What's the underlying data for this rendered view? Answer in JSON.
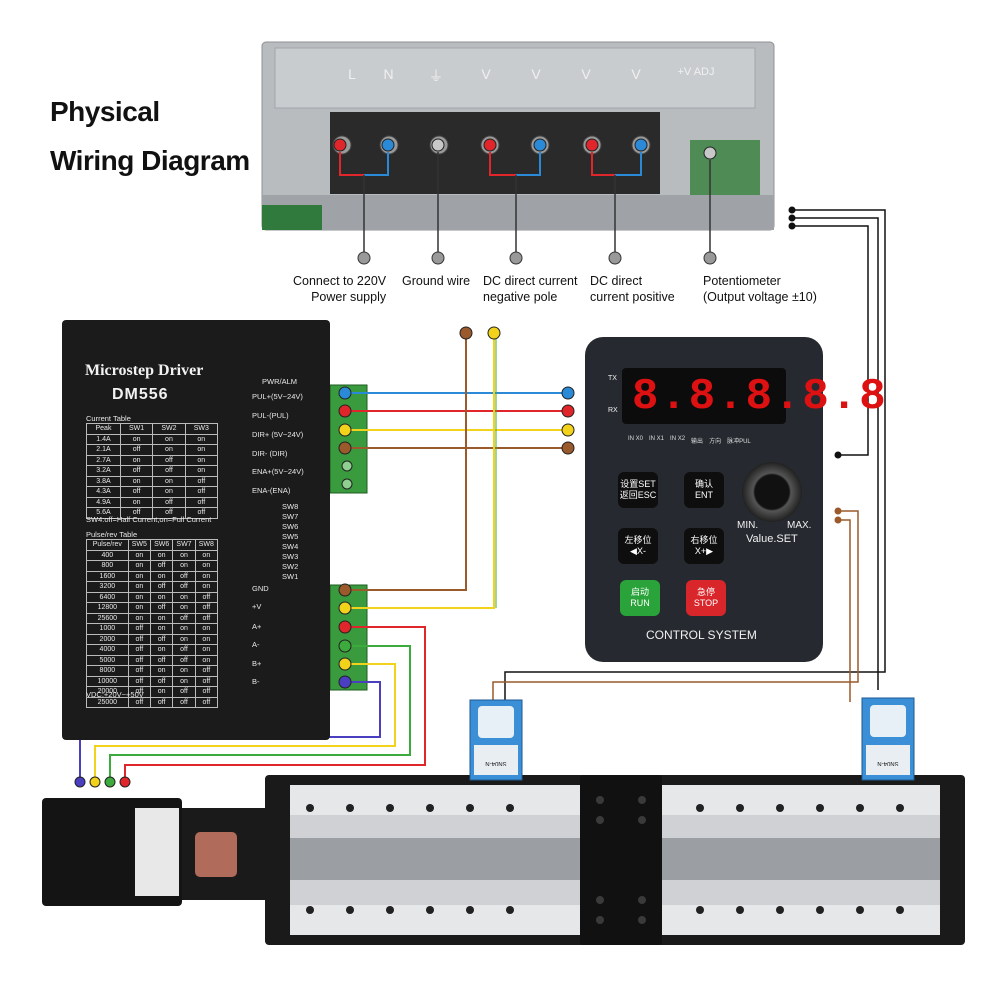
{
  "title": {
    "line1": "Physical",
    "line2": "Wiring Diagram"
  },
  "psu": {
    "terminal_labels": [
      "L",
      "N",
      "⏚",
      "V",
      "V",
      "V",
      "V",
      "+V ADJ"
    ],
    "callouts": [
      {
        "line1": "Connect to 220V",
        "line2": "Power supply"
      },
      {
        "line1": "Ground wire",
        "line2": ""
      },
      {
        "line1": "DC direct current",
        "line2": "negative pole"
      },
      {
        "line1": "DC direct",
        "line2": "current positive"
      },
      {
        "line1": "Potentiometer",
        "line2": "(Output voltage ±10)"
      }
    ]
  },
  "driver": {
    "name": "Microstep Driver",
    "model": "DM556",
    "pwr_alm": "PWR/ALM",
    "signal_labels": [
      "PUL+(5V~24V)",
      "PUL-(PUL)",
      "DIR+ (5V~24V)",
      "DIR- (DIR)",
      "ENA+(5V~24V)",
      "ENA-(ENA)"
    ],
    "switch_labels": [
      "SW8",
      "SW7",
      "SW6",
      "SW5",
      "SW4",
      "SW3",
      "SW2",
      "SW1"
    ],
    "power_labels": [
      "GND",
      "+V",
      "A+",
      "A-",
      "B+",
      "B-"
    ],
    "current_table_title": "Current Table",
    "current_table_header": [
      "Peak",
      "SW1",
      "SW2",
      "SW3"
    ],
    "current_table_rows": [
      [
        "1.4A",
        "on",
        "on",
        "on"
      ],
      [
        "2.1A",
        "off",
        "on",
        "on"
      ],
      [
        "2.7A",
        "on",
        "off",
        "on"
      ],
      [
        "3.2A",
        "off",
        "off",
        "on"
      ],
      [
        "3.8A",
        "on",
        "on",
        "off"
      ],
      [
        "4.3A",
        "off",
        "on",
        "off"
      ],
      [
        "4.9A",
        "on",
        "off",
        "off"
      ],
      [
        "5.6A",
        "off",
        "off",
        "off"
      ]
    ],
    "sw4_note": "SW4:off=Half Current,on=Full Current",
    "pulse_table_title": "Pulse/rev Table",
    "pulse_table_header": [
      "Pulse/rev",
      "SW5",
      "SW6",
      "SW7",
      "SW8"
    ],
    "pulse_table_rows": [
      [
        "400",
        "on",
        "on",
        "on",
        "on"
      ],
      [
        "800",
        "on",
        "off",
        "on",
        "on"
      ],
      [
        "1600",
        "on",
        "on",
        "off",
        "on"
      ],
      [
        "3200",
        "on",
        "off",
        "off",
        "on"
      ],
      [
        "6400",
        "on",
        "on",
        "on",
        "off"
      ],
      [
        "12800",
        "on",
        "off",
        "on",
        "off"
      ],
      [
        "25600",
        "on",
        "on",
        "off",
        "off"
      ],
      [
        "1000",
        "off",
        "on",
        "on",
        "on"
      ],
      [
        "2000",
        "off",
        "off",
        "on",
        "on"
      ],
      [
        "4000",
        "off",
        "on",
        "off",
        "on"
      ],
      [
        "5000",
        "off",
        "off",
        "off",
        "on"
      ],
      [
        "8000",
        "off",
        "on",
        "on",
        "off"
      ],
      [
        "10000",
        "off",
        "off",
        "on",
        "off"
      ],
      [
        "20000",
        "off",
        "on",
        "off",
        "off"
      ],
      [
        "25000",
        "off",
        "off",
        "off",
        "off"
      ]
    ],
    "vdc": "VDC:+20V~+50V"
  },
  "controller": {
    "display": "8.8.8.8.8",
    "tx": "TX",
    "rx": "RX",
    "indicators": [
      "IN X0",
      "IN X1",
      "IN X2",
      "输出",
      "方向",
      "脉冲PUL"
    ],
    "btn_set": {
      "line1": "设置SET",
      "line2": "返回ESC"
    },
    "btn_ent": {
      "line1": "确认",
      "line2": "ENT"
    },
    "btn_left": {
      "line1": "左移位",
      "line2": "X-"
    },
    "btn_right": {
      "line1": "右移位",
      "line2": "X+"
    },
    "btn_run": {
      "line1": "启动",
      "line2": "RUN"
    },
    "btn_stop": {
      "line1": "急停",
      "line2": "STOP"
    },
    "knob_min": "MIN.",
    "knob_max": "MAX.",
    "value_set": "Value.SET",
    "footer": "CONTROL  SYSTEM"
  },
  "sensors": {
    "label": "SN04-N"
  },
  "colors": {
    "red": "#e0262a",
    "blue": "#2a8ad8",
    "yellow": "#f2d21b",
    "brown": "#9a5a2c",
    "green": "#3caa3c",
    "purple": "#4a3fc0",
    "black": "#1a1a1a",
    "grey": "#8a8a8a"
  }
}
